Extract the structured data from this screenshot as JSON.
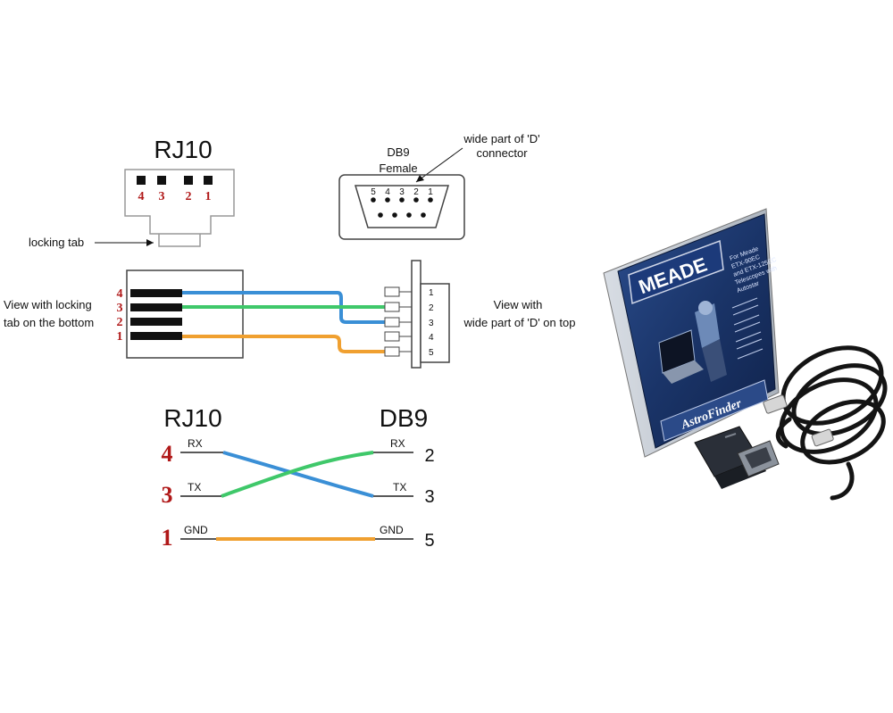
{
  "top_diagram": {
    "rj10_title": "RJ10",
    "rj10_pins": [
      "4",
      "3",
      "2",
      "1"
    ],
    "locking_tab_label": "locking  tab",
    "db9_label_line1": "DB9",
    "db9_label_line2": "Female",
    "wide_part_line1": "wide part of 'D'",
    "wide_part_line2": "connector",
    "db9_top_pins": [
      "5",
      "4",
      "3",
      "2",
      "1"
    ],
    "view_left_line1": "View  with locking",
    "view_left_line2": "tab on the bottom",
    "left_pins": [
      "4",
      "3",
      "2",
      "1"
    ],
    "right_pins": [
      "1",
      "2",
      "3",
      "4",
      "5"
    ],
    "view_right_line1": "View  with",
    "view_right_line2": "wide part of 'D' on top"
  },
  "bottom_diagram": {
    "rj10_title": "RJ10",
    "db9_title": "DB9",
    "rows": [
      {
        "rj_pin": "4",
        "rj_signal": "RX",
        "db_signal": "RX",
        "db_pin": "2"
      },
      {
        "rj_pin": "3",
        "rj_signal": "TX",
        "db_signal": "TX",
        "db_pin": "3"
      },
      {
        "rj_pin": "1",
        "rj_signal": "GND",
        "db_signal": "GND",
        "db_pin": "5"
      }
    ]
  },
  "product": {
    "brand": "MEADE",
    "cd_text_lines": [
      "For Meade",
      "ETX-90EC",
      "and ETX-125EC",
      "Telescopes with",
      "Autostar"
    ],
    "cd_title": "AstroFinder"
  },
  "colors": {
    "wire_blue": "#3a8fd6",
    "wire_green": "#3fc86a",
    "wire_orange": "#f0a030",
    "pin_red": "#b01818",
    "line_dark": "#222222",
    "cd_blue": "#1f3f7a"
  }
}
